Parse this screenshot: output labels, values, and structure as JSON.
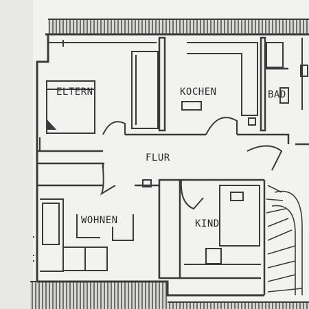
{
  "rooms": {
    "eltern": "ELTERN",
    "kochen": "KOCHEN",
    "bad": "BAD",
    "flur": "FLUR",
    "wohnen": "WOHNEN",
    "kind": "KIND"
  },
  "colors": {
    "paper": "#f2f2f0",
    "wall": "#3a3a3a",
    "hatch": "#5a5a5a",
    "outside": "#e4e4e2"
  }
}
